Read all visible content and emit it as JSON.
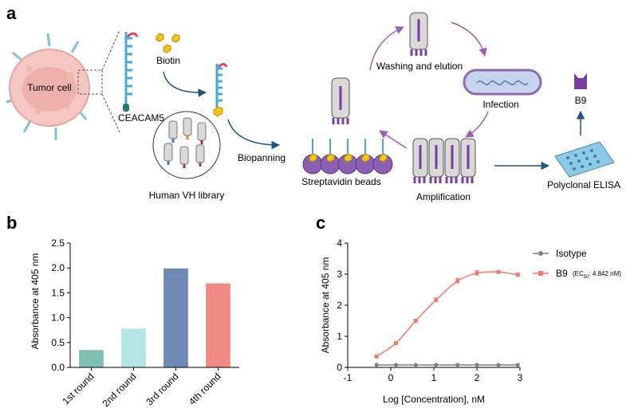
{
  "panel_a": {
    "letter": "a",
    "tumor_label": "Tumor cell",
    "biotin_label": "Biotin",
    "ceacam5_label": "CEACAM5",
    "library_label": "Human VH library",
    "biopanning_label": "Biopanning",
    "beads_label": "Streptavidin beads",
    "washing_label": "Washing and elution",
    "infection_label": "Infection",
    "amplification_label": "Amplification",
    "elisa_label": "Polyclonal ELISA",
    "b9_label": "B9"
  },
  "panel_b": {
    "letter": "b",
    "chart_data": {
      "type": "bar",
      "categories": [
        "1st round",
        "2nd round",
        "3rd round",
        "4th round"
      ],
      "values": [
        0.35,
        0.78,
        1.99,
        1.69
      ],
      "colors": [
        "#7fbfb4",
        "#b4e6e6",
        "#6e8ab4",
        "#ef8a85"
      ],
      "ylabel": "Absorbance at 405 nm",
      "ylim": [
        0,
        2.5
      ],
      "yticks": [
        "0.0",
        "0.5",
        "1.0",
        "1.5",
        "2.0",
        "2.5"
      ]
    }
  },
  "panel_c": {
    "letter": "c",
    "chart_data": {
      "type": "line",
      "xlabel": "Log [Concentration], nM",
      "ylabel": "Absorbance at 405 nm",
      "xlim": [
        -1,
        3
      ],
      "ylim": [
        0,
        4
      ],
      "xticks": [
        "-1",
        "0",
        "1",
        "2",
        "3"
      ],
      "yticks": [
        "0",
        "1",
        "2",
        "3",
        "4"
      ],
      "legend_position": "top-right",
      "series": [
        {
          "name": "Isotype",
          "color": "#808080",
          "x": [
            -0.33,
            0.12,
            0.58,
            1.05,
            1.55,
            2.0,
            2.5,
            2.95
          ],
          "y": [
            0.08,
            0.08,
            0.08,
            0.08,
            0.08,
            0.08,
            0.08,
            0.08
          ]
        },
        {
          "name": "B9",
          "ec50_text": "(EC",
          "ec50_sub": "50",
          "ec50_value": ": 4.842 nM)",
          "color": "#ee7b74",
          "x": [
            -0.33,
            0.12,
            0.58,
            1.05,
            1.55,
            2.0,
            2.5,
            2.95
          ],
          "y": [
            0.35,
            0.78,
            1.5,
            2.17,
            2.78,
            3.03,
            3.07,
            2.98
          ],
          "err": [
            0.03,
            0.03,
            0.04,
            0.06,
            0.09,
            0.08,
            0.03,
            0.05
          ]
        }
      ]
    }
  }
}
